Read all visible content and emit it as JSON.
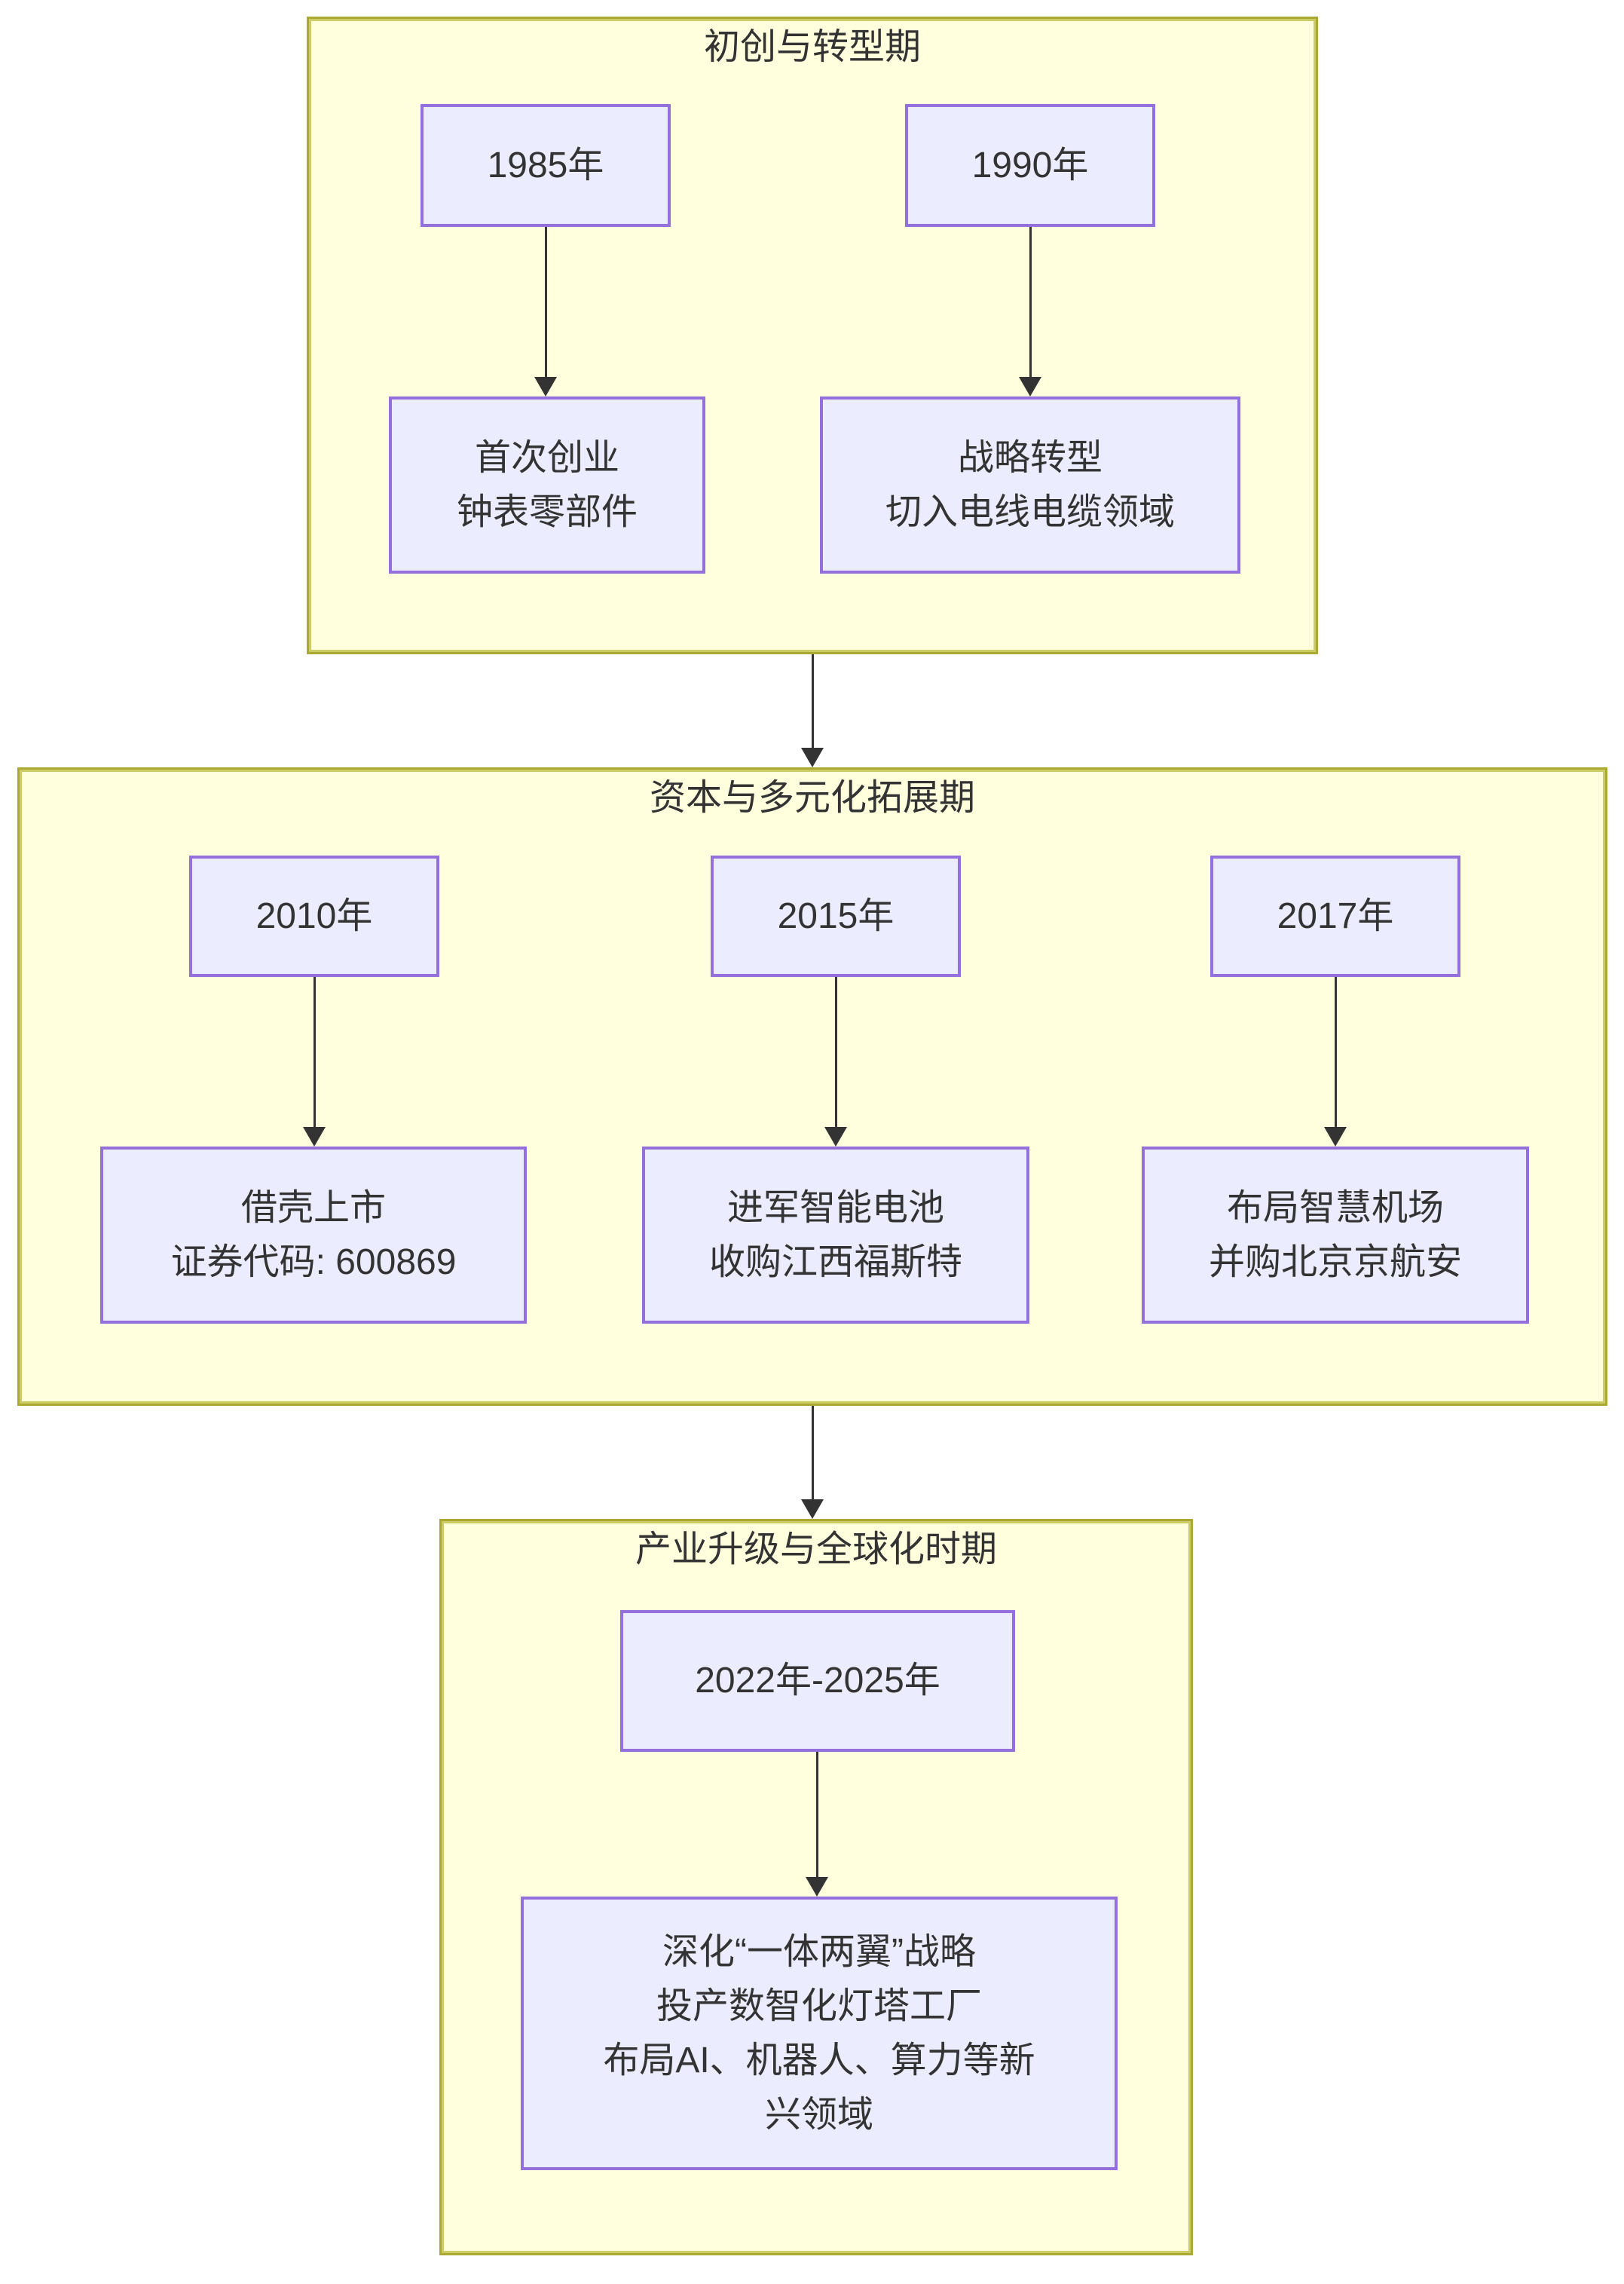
{
  "page": {
    "background": "#ffffff"
  },
  "colors": {
    "cluster_fill": "#ffffde",
    "cluster_border": "#aaaa33",
    "node_fill": "#ececff",
    "node_border": "#9370db",
    "arrow": "#333333",
    "text": "#333333"
  },
  "sections": [
    {
      "title": "初创与转型期",
      "year_nodes": [
        {
          "label": "1985年"
        },
        {
          "label": "1990年"
        }
      ],
      "event_nodes": [
        {
          "lines": [
            "首次创业",
            "钟表零部件"
          ]
        },
        {
          "lines": [
            "战略转型",
            "切入电线电缆领域"
          ]
        }
      ]
    },
    {
      "title": "资本与多元化拓展期",
      "year_nodes": [
        {
          "label": "2010年"
        },
        {
          "label": "2015年"
        },
        {
          "label": "2017年"
        }
      ],
      "event_nodes": [
        {
          "lines": [
            "借壳上市",
            "证券代码: 600869"
          ]
        },
        {
          "lines": [
            "进军智能电池",
            "收购江西福斯特"
          ]
        },
        {
          "lines": [
            "布局智慧机场",
            "并购北京京航安"
          ]
        }
      ]
    },
    {
      "title": "产业升级与全球化时期",
      "year_nodes": [
        {
          "label": "2022年-2025年"
        }
      ],
      "event_nodes": [
        {
          "lines": [
            "深化“一体两翼”战略",
            "投产数智化灯塔工厂",
            "布局AI、机器人、算力等新",
            "兴领域"
          ]
        }
      ]
    }
  ]
}
